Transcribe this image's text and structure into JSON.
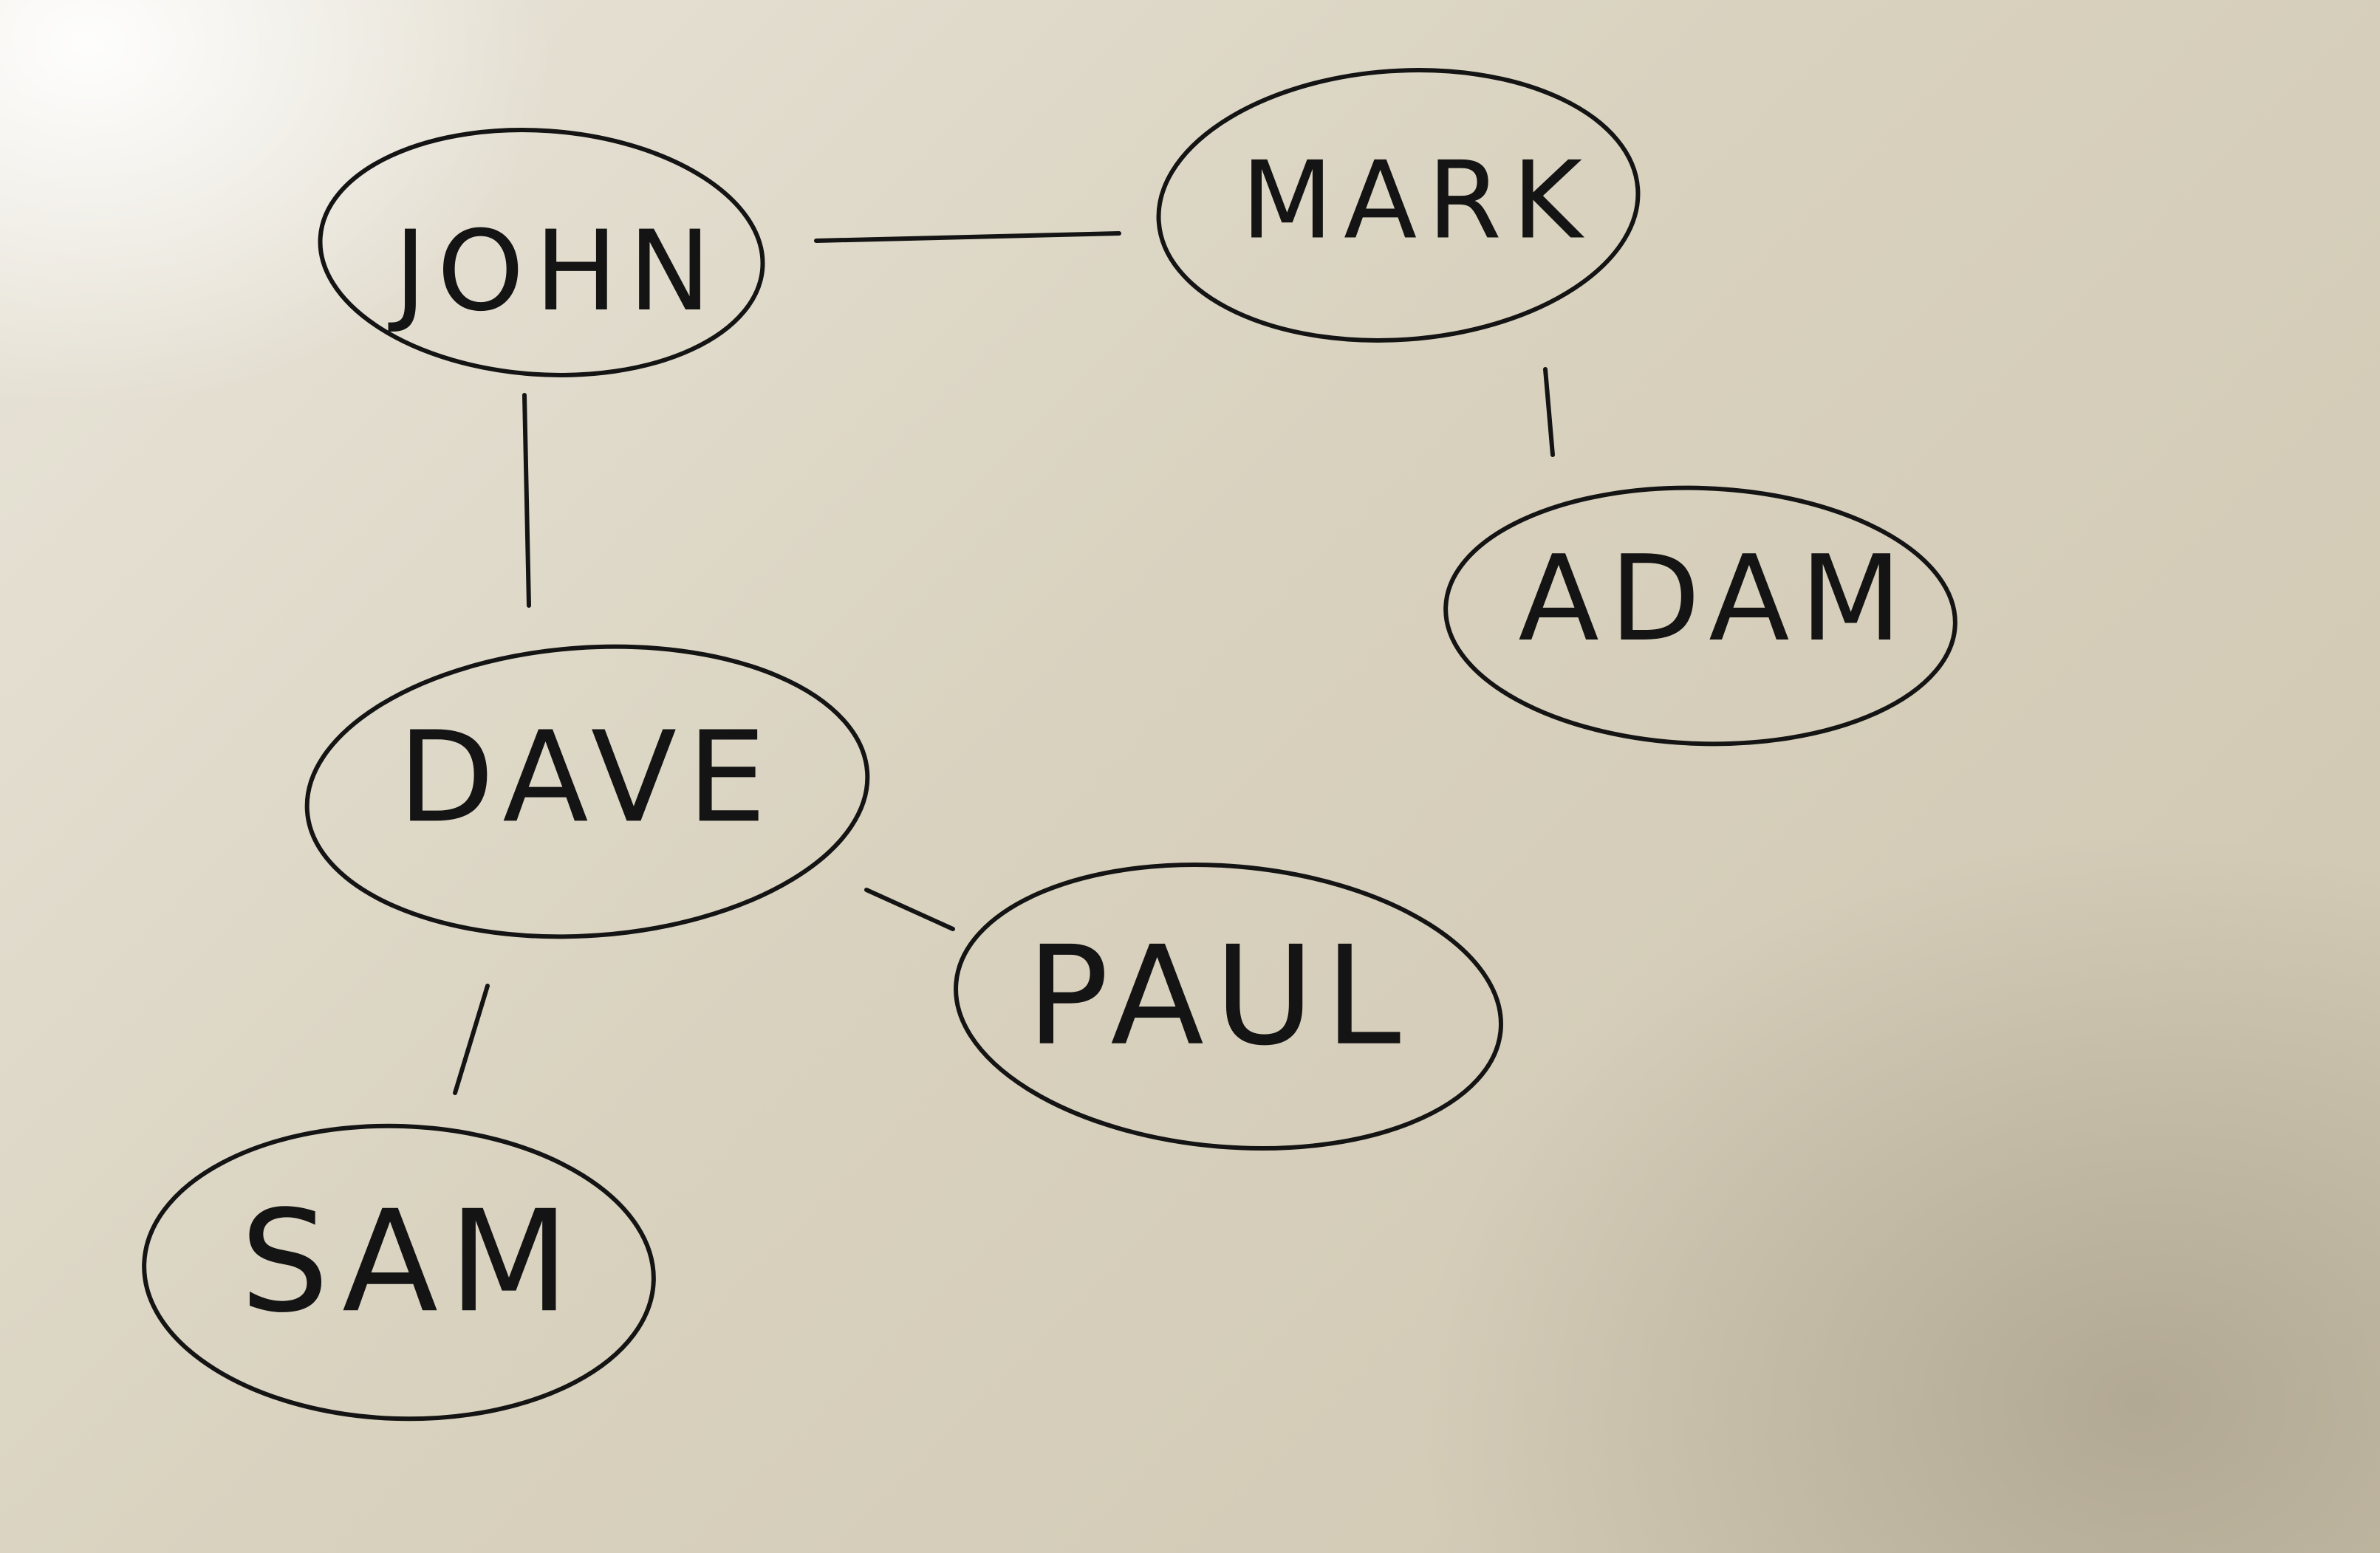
{
  "nodes": [
    {
      "id": "john",
      "label": "JOHN"
    },
    {
      "id": "mark",
      "label": "MARK"
    },
    {
      "id": "adam",
      "label": "ADAM"
    },
    {
      "id": "dave",
      "label": "DAVE"
    },
    {
      "id": "paul",
      "label": "PAUL"
    },
    {
      "id": "sam",
      "label": "SAM"
    }
  ],
  "edges": [
    {
      "from": "john",
      "to": "mark"
    },
    {
      "from": "mark",
      "to": "adam"
    },
    {
      "from": "john",
      "to": "dave"
    },
    {
      "from": "dave",
      "to": "paul"
    },
    {
      "from": "dave",
      "to": "sam"
    }
  ],
  "colors": {
    "ink": "#141414",
    "paper": "#ddd6c5"
  }
}
